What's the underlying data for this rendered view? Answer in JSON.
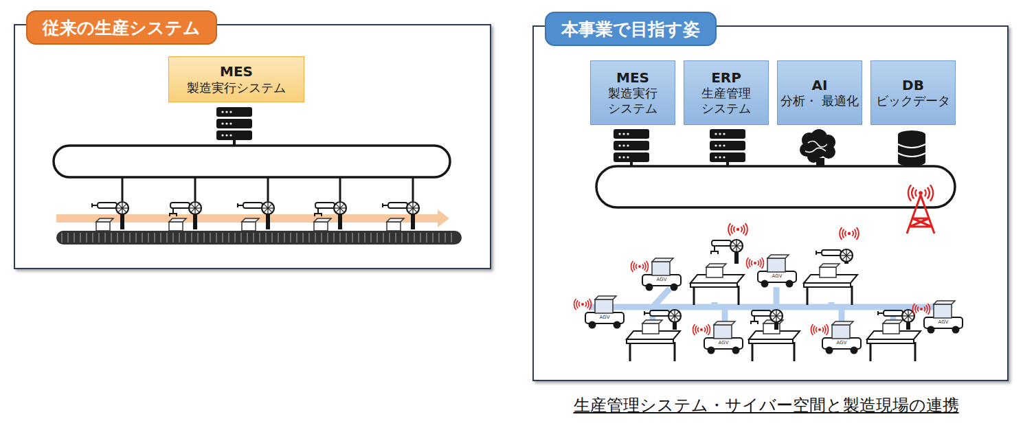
{
  "diagram": {
    "caption": "生産管理システム・サイバー空間と製造現場の連携",
    "nodes": [
      {
        "text": [
          "従来の生産システム"
        ]
      },
      {
        "text": [
          "MES",
          "製造実行システム"
        ],
        "in": 0
      },
      {
        "text": [
          "本事業で目指す姿"
        ]
      },
      {
        "text": [
          "MES",
          "製造実行 システム"
        ],
        "in": 2
      },
      {
        "text": [
          "ERP",
          "生産管理 システム"
        ],
        "in": 2
      },
      {
        "text": [
          "AI",
          "分析・ 最適化"
        ],
        "in": 2
      },
      {
        "text": [
          "DB",
          "ビックデータ"
        ],
        "in": 2
      }
    ],
    "labels": [
      "AGV",
      "AGV",
      "AGV",
      "AGV",
      "AGV",
      "AGV"
    ]
  }
}
